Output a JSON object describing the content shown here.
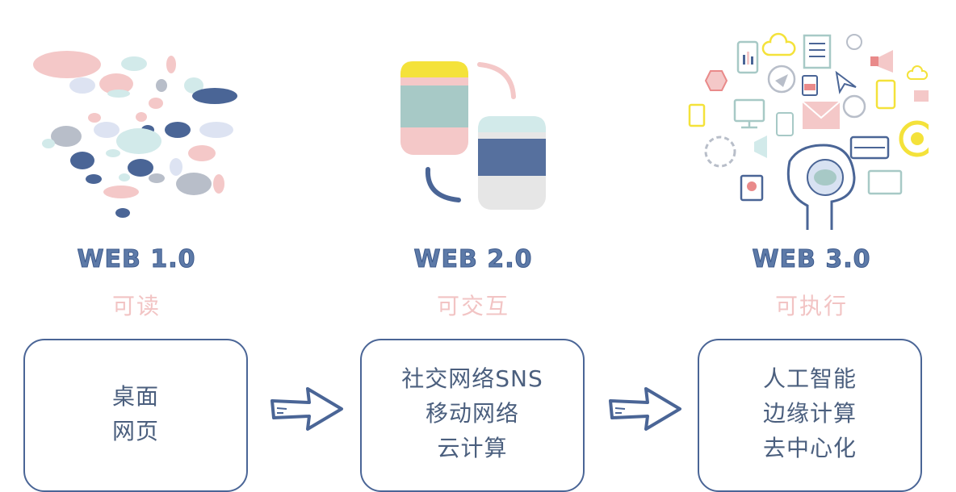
{
  "stages": [
    {
      "title": "WEB 1.0",
      "subtitle": "可读",
      "lines": [
        "桌面",
        "网页"
      ]
    },
    {
      "title": "WEB 2.0",
      "subtitle": "可交互",
      "lines": [
        "社交网络SNS",
        "移动网络",
        "云计算"
      ]
    },
    {
      "title": "WEB 3.0",
      "subtitle": "可执行",
      "lines": [
        "人工智能",
        "边缘计算",
        "去中心化"
      ]
    }
  ],
  "colors": {
    "navy": "#4a6596",
    "pink": "#f2c4c4",
    "teal": "#a7c9c6",
    "yellow": "#f4e23a",
    "red": "#e98a8a"
  },
  "icons": [
    "ellipse-cloud-icon",
    "device-blocks-icon",
    "ai-icon-cloud",
    "arrow-right-icon"
  ]
}
